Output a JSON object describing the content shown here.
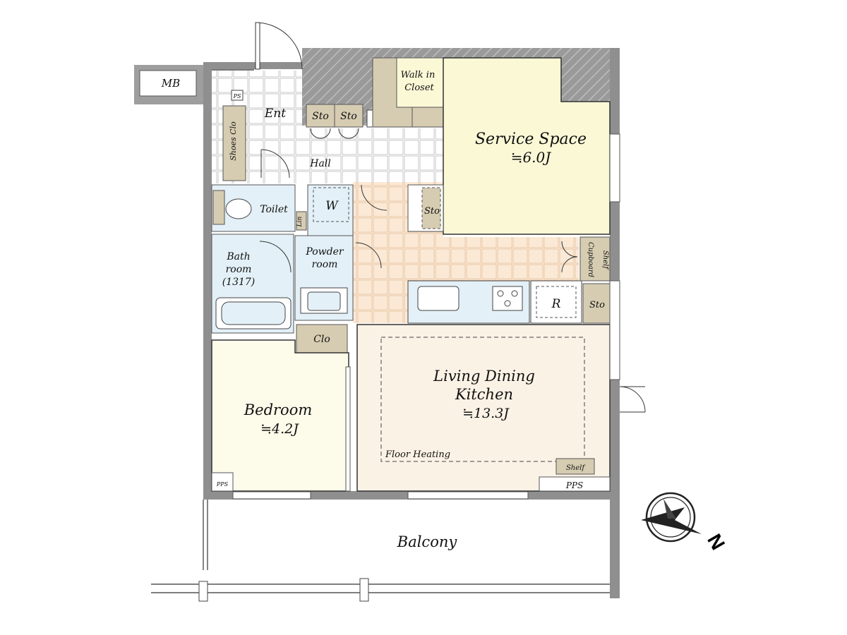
{
  "floorplan": {
    "rooms": {
      "mb": "MB",
      "ent": "Ent",
      "ps_small": "PS",
      "shoes": "Shoes Clo",
      "sto1": "Sto",
      "sto2": "Sto",
      "ps": "PS",
      "walk_in_1": "Walk in",
      "walk_in_2": "Closet",
      "hall": "Hall",
      "service_1": "Service Space",
      "service_2": "≒6.0J",
      "toilet": "Toilet",
      "w": "W",
      "lin": "Lin",
      "sto3": "Sto",
      "bath_1": "Bath",
      "bath_2": "room",
      "bath_3": "(1317)",
      "powder_1": "Powder",
      "powder_2": "room",
      "cupboard": "Cupboard",
      "shelf1": "Shelf",
      "r": "R",
      "sto4": "Sto",
      "clo": "Clo",
      "ldk_1": "Living Dining",
      "ldk_2": "Kitchen",
      "ldk_3": "≒13.3J",
      "floor_heating": "Floor Heating",
      "bedroom_1": "Bedroom",
      "bedroom_2": "≒4.2J",
      "shelf2": "Shelf",
      "pps1": "PPS",
      "pps2": "PPS",
      "balcony": "Balcony"
    },
    "compass": "N"
  },
  "colors": {
    "wall": "#8f8f8f",
    "storage": "#d6ccb2",
    "service": "#fbf8d6",
    "wet": "#e3f0f7",
    "ldk": "#fbf2e6",
    "bedroom": "#fdfbea",
    "tile": "#f3dcc4"
  }
}
